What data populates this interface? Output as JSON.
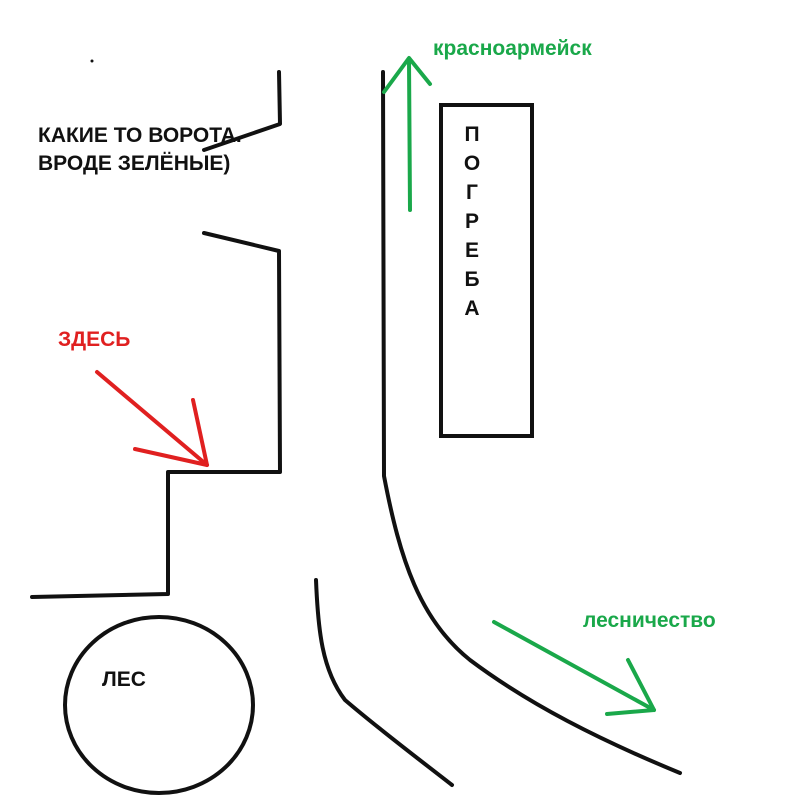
{
  "labels": {
    "gates": "КАКИЕ ТО ВОРОТА. ВРОДЕ ЗЕЛЁНЫЕ)",
    "here": "ЗДЕСЬ",
    "forest": "ЛЕС",
    "krasnoarmeysk": "красноармейск",
    "lesnichestvo": "лесничество",
    "cellars": "П О Г Р Е Б А"
  },
  "colors": {
    "ink": "#111111",
    "here_arrow": "#e02020",
    "direction_arrows": "#1aa84a",
    "background": "#ffffff"
  }
}
